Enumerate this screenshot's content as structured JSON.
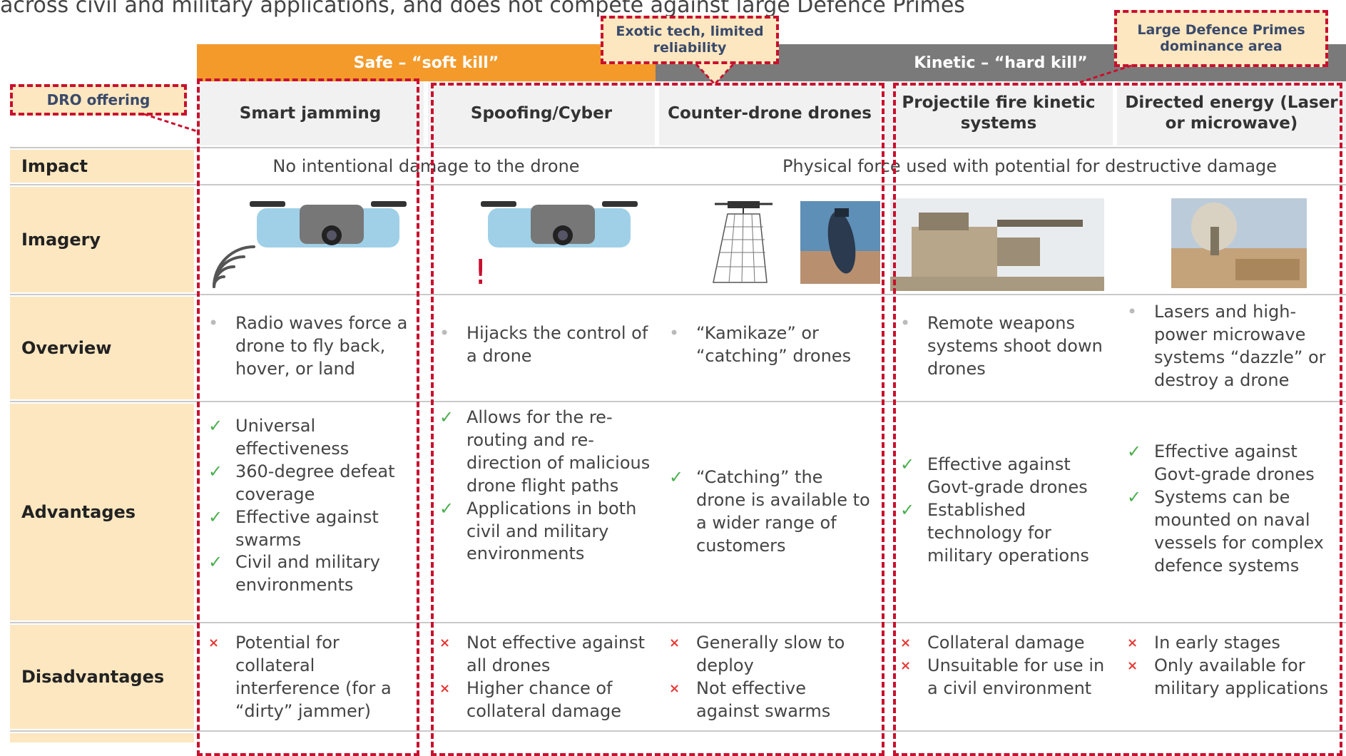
{
  "intro_text": "across civil and military applications, and does not compete against large Defence Primes",
  "bands": {
    "soft": "Safe – “soft kill”",
    "hard": "Kinetic – “hard kill”"
  },
  "callouts": {
    "dro": "DRO offering",
    "exotic": "Exotic tech, limited reliability",
    "primes": "Large Defence Primes dominance area"
  },
  "columns": [
    "Smart jamming",
    "Spoofing/Cyber",
    "Counter-drone drones",
    "Projectile fire kinetic systems",
    "Directed energy (Laser or microwave)"
  ],
  "rows": {
    "impact": "Impact",
    "imagery": "Imagery",
    "overview": "Overview",
    "advantages": "Advantages",
    "disadvantages": "Disadvantages"
  },
  "impact": {
    "soft": "No intentional damage to the drone",
    "hard": "Physical force used with potential for destructive damage"
  },
  "overview": [
    "Radio waves force a drone to fly back, hover, or land",
    "Hijacks the control of a drone",
    "“Kamikaze” or “catching” drones",
    "Remote weapons systems shoot down drones",
    "Lasers and high-power microwave systems “dazzle” or destroy a drone"
  ],
  "advantages": [
    [
      "Universal effectiveness",
      "360-degree defeat coverage",
      "Effective against swarms",
      "Civil and military environments"
    ],
    [
      "Allows for the re-routing and re-direction of malicious drone flight paths",
      "Applications in both civil and military environments"
    ],
    [
      "“Catching” the drone is available to a wider range of customers"
    ],
    [
      "Effective against Govt-grade drones",
      "Established technology for military operations"
    ],
    [
      "Effective against Govt-grade drones",
      "Systems can be mounted on naval vessels for complex defence systems"
    ]
  ],
  "disadvantages": [
    [
      "Potential for collateral interference (for a “dirty” jammer)"
    ],
    [
      "Not effective against all drones",
      "Higher chance of collateral damage"
    ],
    [
      "Generally slow to deploy",
      "Not effective against swarms"
    ],
    [
      "Collateral damage",
      "Unsuitable for use in a civil environment"
    ],
    [
      "In early stages",
      "Only available for military applications"
    ]
  ],
  "markers": {
    "bullet": "•",
    "check": "✓",
    "cross": "×",
    "alert": "!"
  },
  "colors": {
    "orange": "#f39a2b",
    "grey": "#7a7a7a",
    "label_bg": "#fde7c0",
    "dash_red": "#c8102e",
    "check_green": "#4caf50",
    "cross_red": "#e53935"
  }
}
